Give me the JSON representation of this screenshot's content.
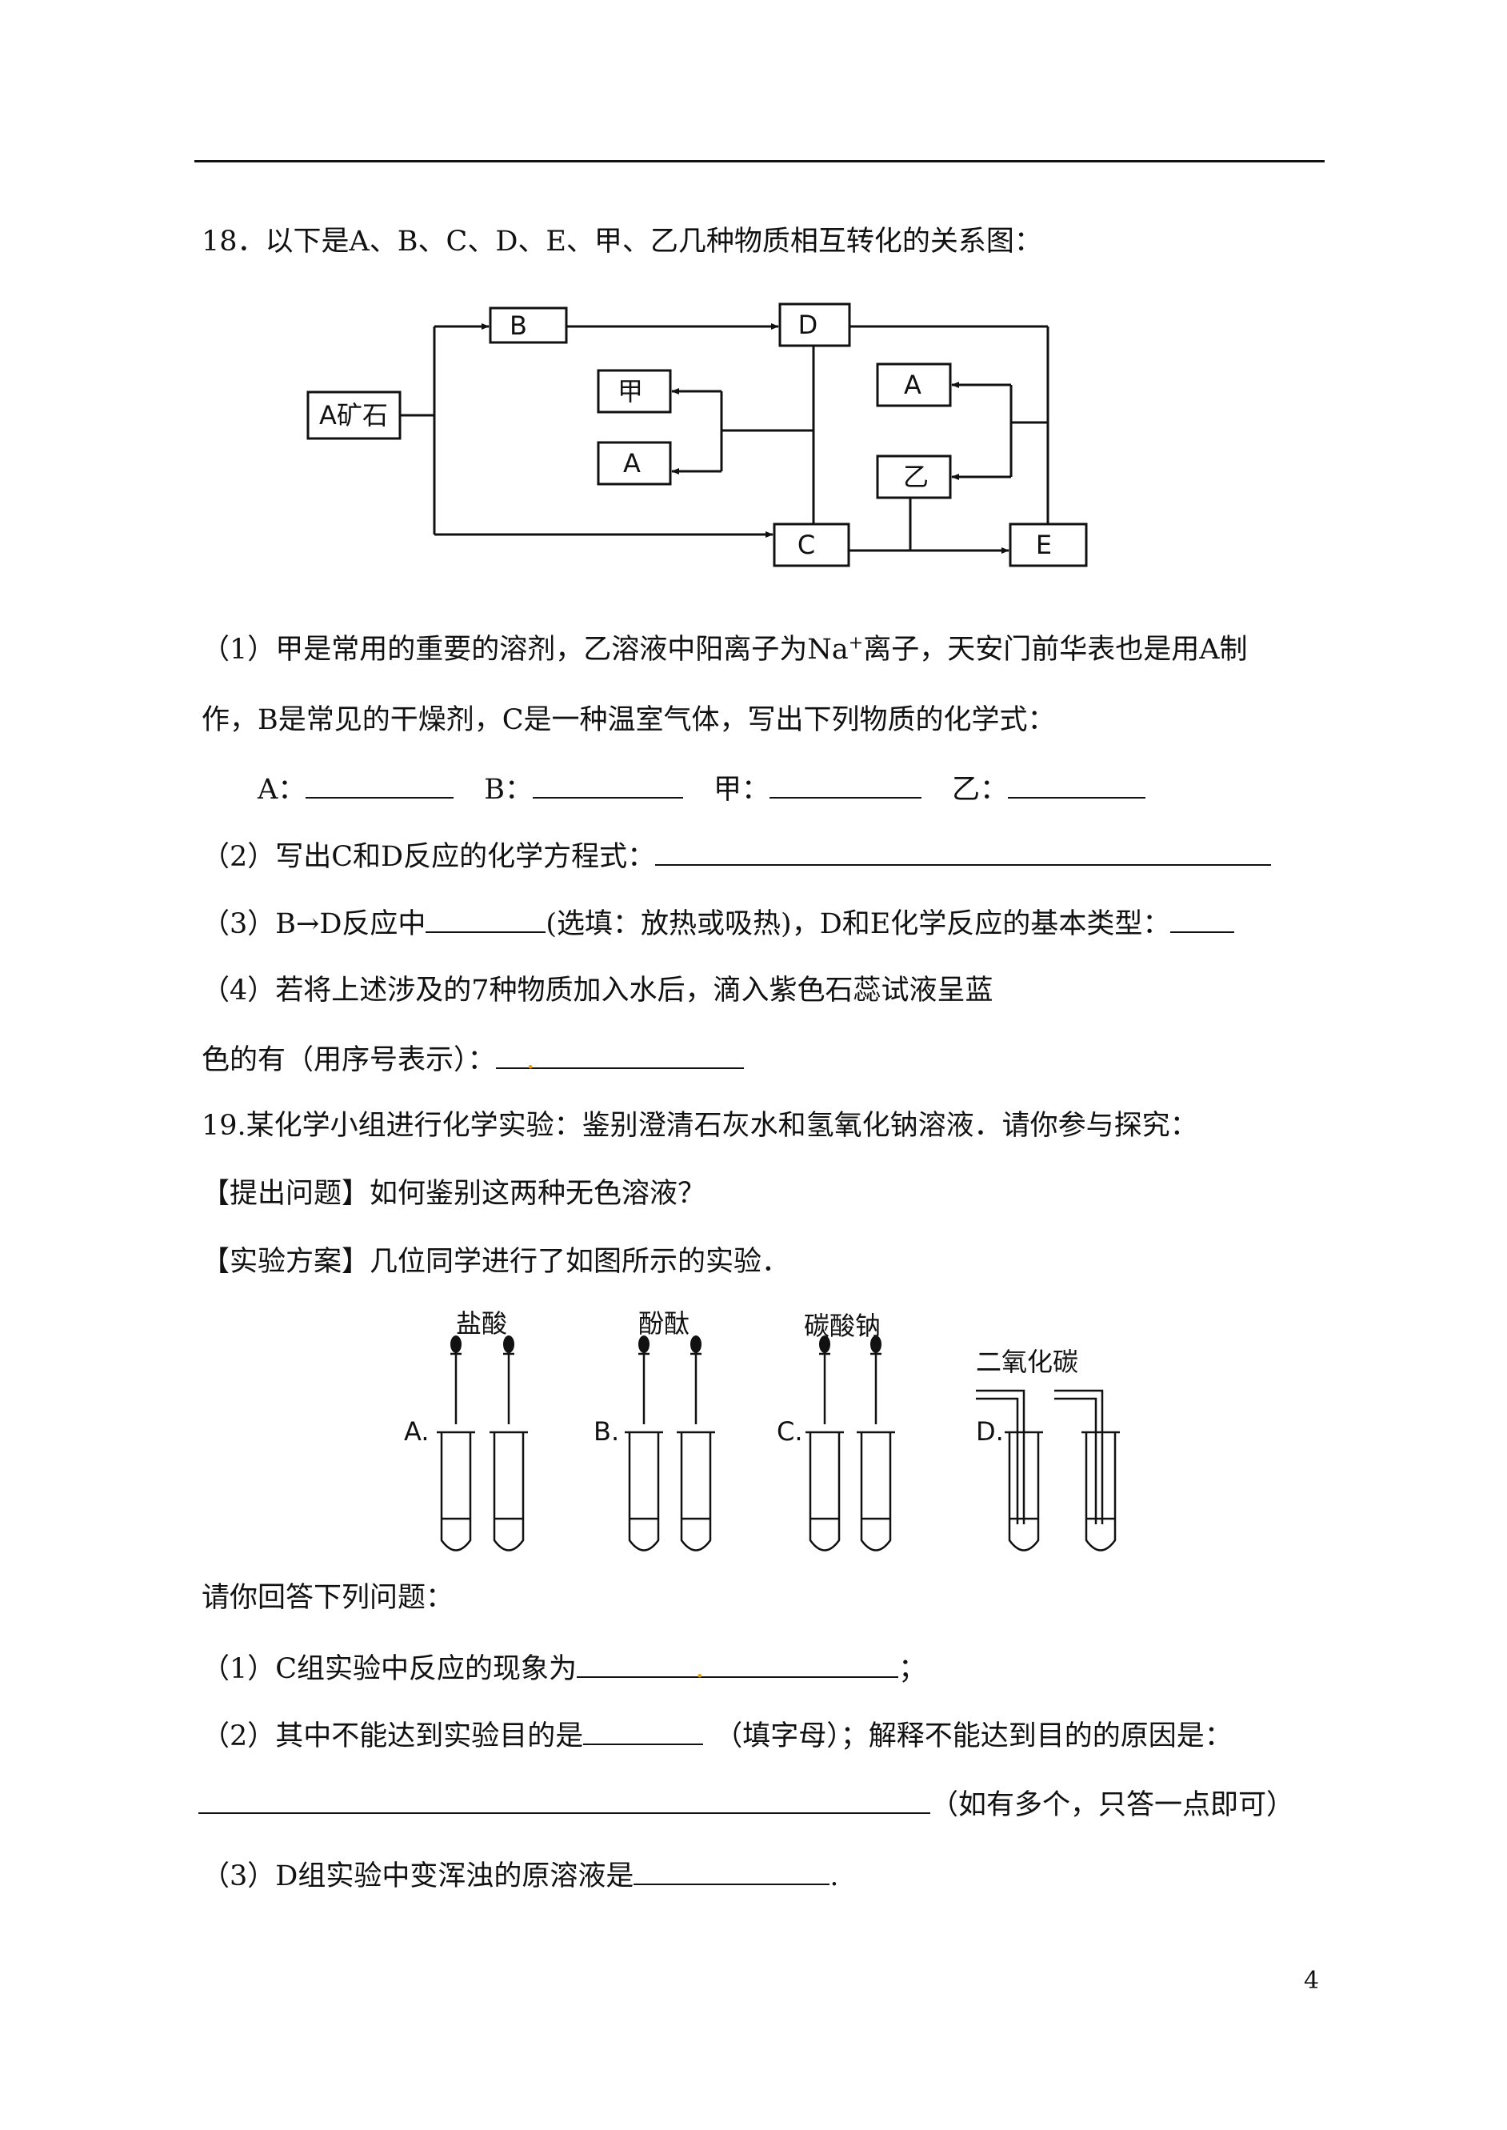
{
  "q18": {
    "title": "18．以下是A、B、C、D、E、甲、乙几种物质相互转化的关系图：",
    "diagram": {
      "ore": "A矿石",
      "b": "B",
      "d": "D",
      "jia": "甲",
      "a1": "A",
      "a2": "A",
      "yi": "乙",
      "c": "C",
      "e": "E"
    },
    "p1_line1_pre": "（1）甲是常用的重要的溶剂，乙溶液中阳离子为Na",
    "p1_sup": "+",
    "p1_line1_post": "离子，天安门前华表也是用A制",
    "p1_line2": "作，B是常见的干燥剂，C是一种温室气体，写出下列物质的化学式：",
    "blank_a": "A：",
    "blank_b": "B：",
    "blank_jia": "甲：",
    "blank_yi": "乙：",
    "p2": "（2）写出C和D反应的化学方程式：",
    "p3_pre": "（3）B→D反应中",
    "p3_mid": "(选填：放热或吸热)，D和E化学反应的基本类型：",
    "p4_line1": "（4）若将上述涉及的7种物质加入水后，滴入紫色石蕊试液呈蓝",
    "p4_line2": "色的有（用序号表示）："
  },
  "q19": {
    "title": "19.某化学小组进行化学实验：鉴别澄清石灰水和氢氧化钠溶液．请你参与探究：",
    "question": "【提出问题】如何鉴别这两种无色溶液？",
    "plan": "【实验方案】几位同学进行了如图所示的实验．",
    "figure": {
      "label_a": "盐酸",
      "label_b": "酚酞",
      "label_c": "碳酸钠",
      "label_d": "二氧化碳",
      "group_a": "A.",
      "group_b": "B.",
      "group_c": "C.",
      "group_d": "D."
    },
    "answer_prompt": "请你回答下列问题：",
    "p1_pre": "（1）C组实验中反应的现象为",
    "p1_post": "；",
    "p2_pre": "（2）其中不能达到实验目的是",
    "p2_mid": "（填字母）；解释不能达到目的的原因是：",
    "p2_line2_post": "（如有多个，只答一点即可）",
    "p3_pre": "（3）D组实验中变浑浊的原溶液是",
    "p3_post": "."
  },
  "page_number": "4"
}
